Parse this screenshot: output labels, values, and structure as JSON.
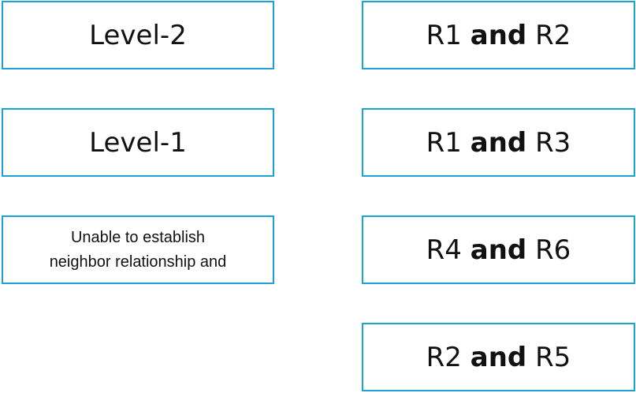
{
  "left_options": [
    {
      "label": "Level-2"
    },
    {
      "label": "Level-1"
    },
    {
      "label": "Unable to establish\nneighbor relationship and"
    }
  ],
  "right_options": [
    {
      "first": "R1",
      "joiner": "and",
      "second": "R2"
    },
    {
      "first": "R1",
      "joiner": "and",
      "second": "R3"
    },
    {
      "first": "R4",
      "joiner": "and",
      "second": "R6"
    },
    {
      "first": "R2",
      "joiner": "and",
      "second": "R5"
    }
  ],
  "colors": {
    "border": "#1aa3d9",
    "text": "#111111",
    "background": "#ffffff"
  }
}
